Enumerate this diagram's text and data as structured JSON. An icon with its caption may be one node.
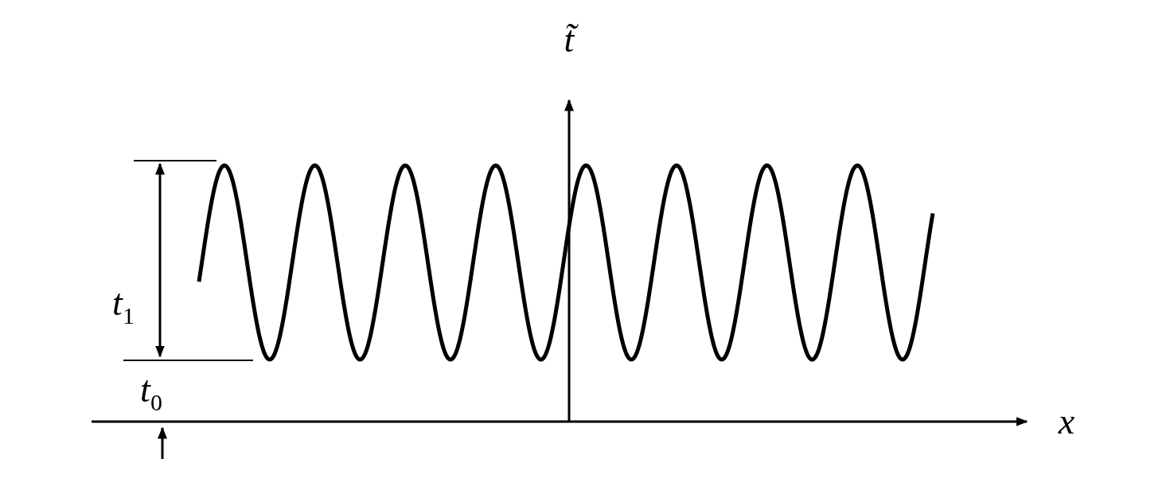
{
  "diagram": {
    "labels": [
      "t̃",
      "*t*$_{1}$",
      "*t*$_{0}$",
      "x"
    ]
  }
}
